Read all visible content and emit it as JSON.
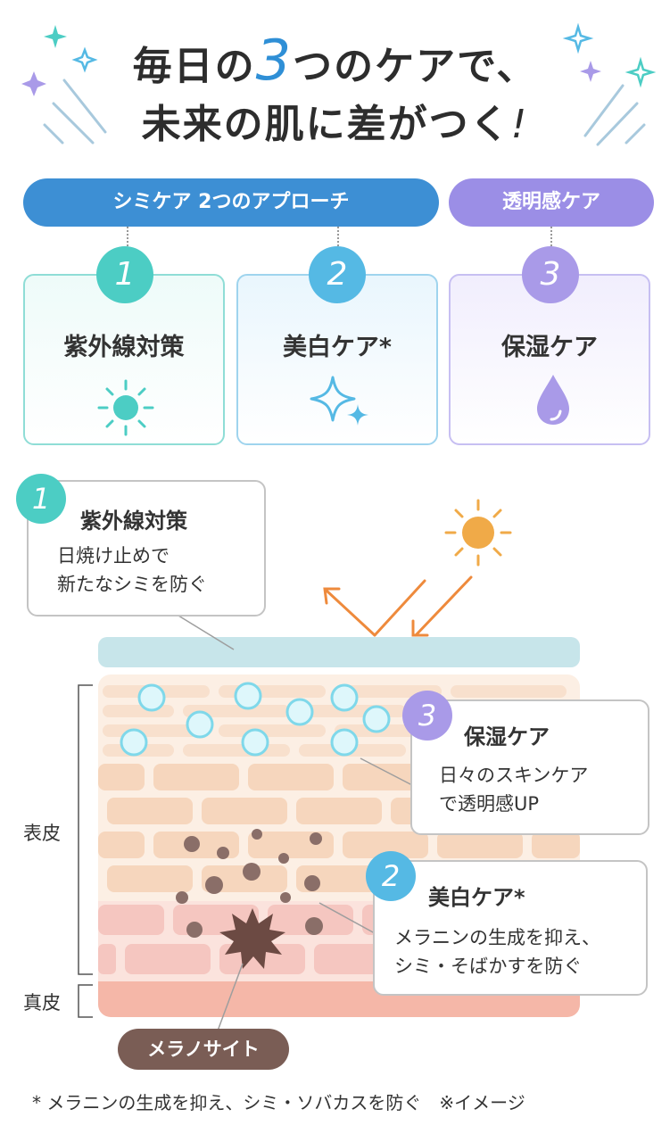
{
  "title": {
    "line1_pre": "毎日の",
    "line1_num": "3",
    "line1_post": "つのケアで、",
    "line2": "未来の肌に差がつく",
    "line2_mark": "!"
  },
  "header_pills": {
    "spot_care": "シミケア 2つのアプローチ",
    "clarity_care": "透明感ケア"
  },
  "cards": [
    {
      "num": "1",
      "label": "紫外線対策",
      "icon": "sun-icon"
    },
    {
      "num": "2",
      "label": "美白ケア*",
      "icon": "sparkle-icon"
    },
    {
      "num": "3",
      "label": "保湿ケア",
      "icon": "water-drop-icon"
    }
  ],
  "diagram": {
    "uv": {
      "num": "1",
      "heading": "紫外線対策",
      "line1": "日焼け止めで",
      "line2": "新たなシミを防ぐ"
    },
    "moist": {
      "num": "3",
      "heading": "保湿ケア",
      "line1": "日々のスキンケア",
      "line2": "で透明感UP"
    },
    "white": {
      "num": "2",
      "heading": "美白ケア*",
      "line1": "メラニンの生成を抑え、",
      "line2": "シミ・そばかすを防ぐ"
    },
    "epidermis": "表皮",
    "dermis": "真皮",
    "melanocyte": "メラノサイト"
  },
  "footnote": "* メラニンの生成を抑え、シミ・ソバカスを防ぐ　※イメージ",
  "colors": {
    "blue": "#2f8fd6",
    "pill_blue": "#3d8fd4",
    "pill_purple": "#9b8ee6",
    "teal": "#4ccdc4",
    "sky": "#55b9e4",
    "lavender": "#a99ae8",
    "sun_orange": "#f0aa48",
    "arrow_orange": "#ee8a3c",
    "skin": "#f7dcc6",
    "melanin": "#8a6e68"
  }
}
